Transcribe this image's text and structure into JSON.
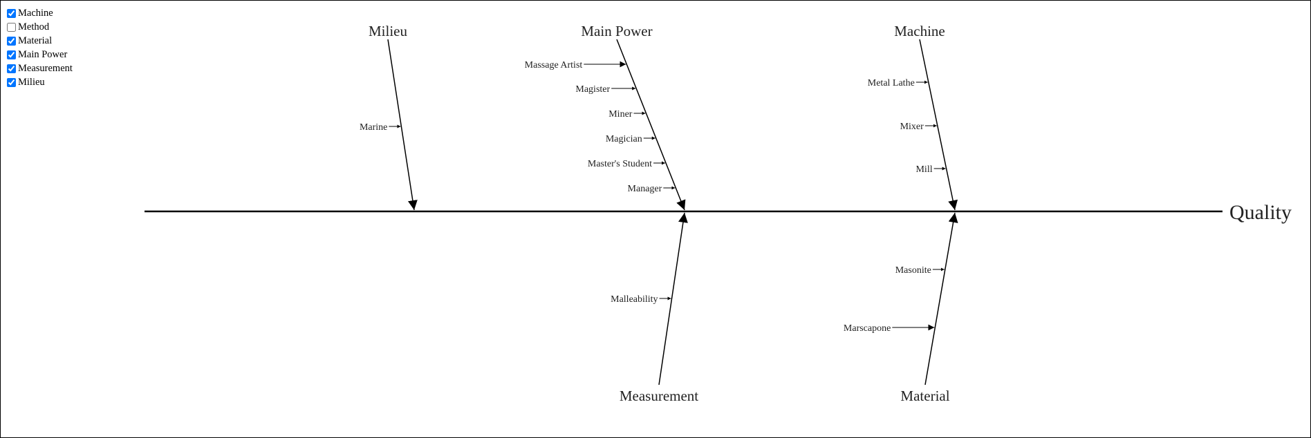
{
  "filters": [
    {
      "id": "machine",
      "label": "Machine",
      "checked": true
    },
    {
      "id": "method",
      "label": "Method",
      "checked": false
    },
    {
      "id": "material",
      "label": "Material",
      "checked": true
    },
    {
      "id": "main-power",
      "label": "Main Power",
      "checked": true
    },
    {
      "id": "measurement",
      "label": "Measurement",
      "checked": true
    },
    {
      "id": "milieu",
      "label": "Milieu",
      "checked": true
    }
  ],
  "diagram": {
    "effect": "Quality",
    "categories": [
      {
        "id": "milieu",
        "name": "Milieu",
        "side": "top",
        "causes": [
          "Marine"
        ]
      },
      {
        "id": "main-power",
        "name": "Main Power",
        "side": "top",
        "causes": [
          "Massage Artist",
          "Magister",
          "Miner",
          "Magician",
          "Master's Student",
          "Manager"
        ]
      },
      {
        "id": "machine",
        "name": "Machine",
        "side": "top",
        "causes": [
          "Metal Lathe",
          "Mixer",
          "Mill"
        ]
      },
      {
        "id": "measurement",
        "name": "Measurement",
        "side": "bottom",
        "causes": [
          "Malleability"
        ]
      },
      {
        "id": "material",
        "name": "Material",
        "side": "bottom",
        "causes": [
          "Masonite",
          "Marscapone"
        ]
      }
    ]
  }
}
